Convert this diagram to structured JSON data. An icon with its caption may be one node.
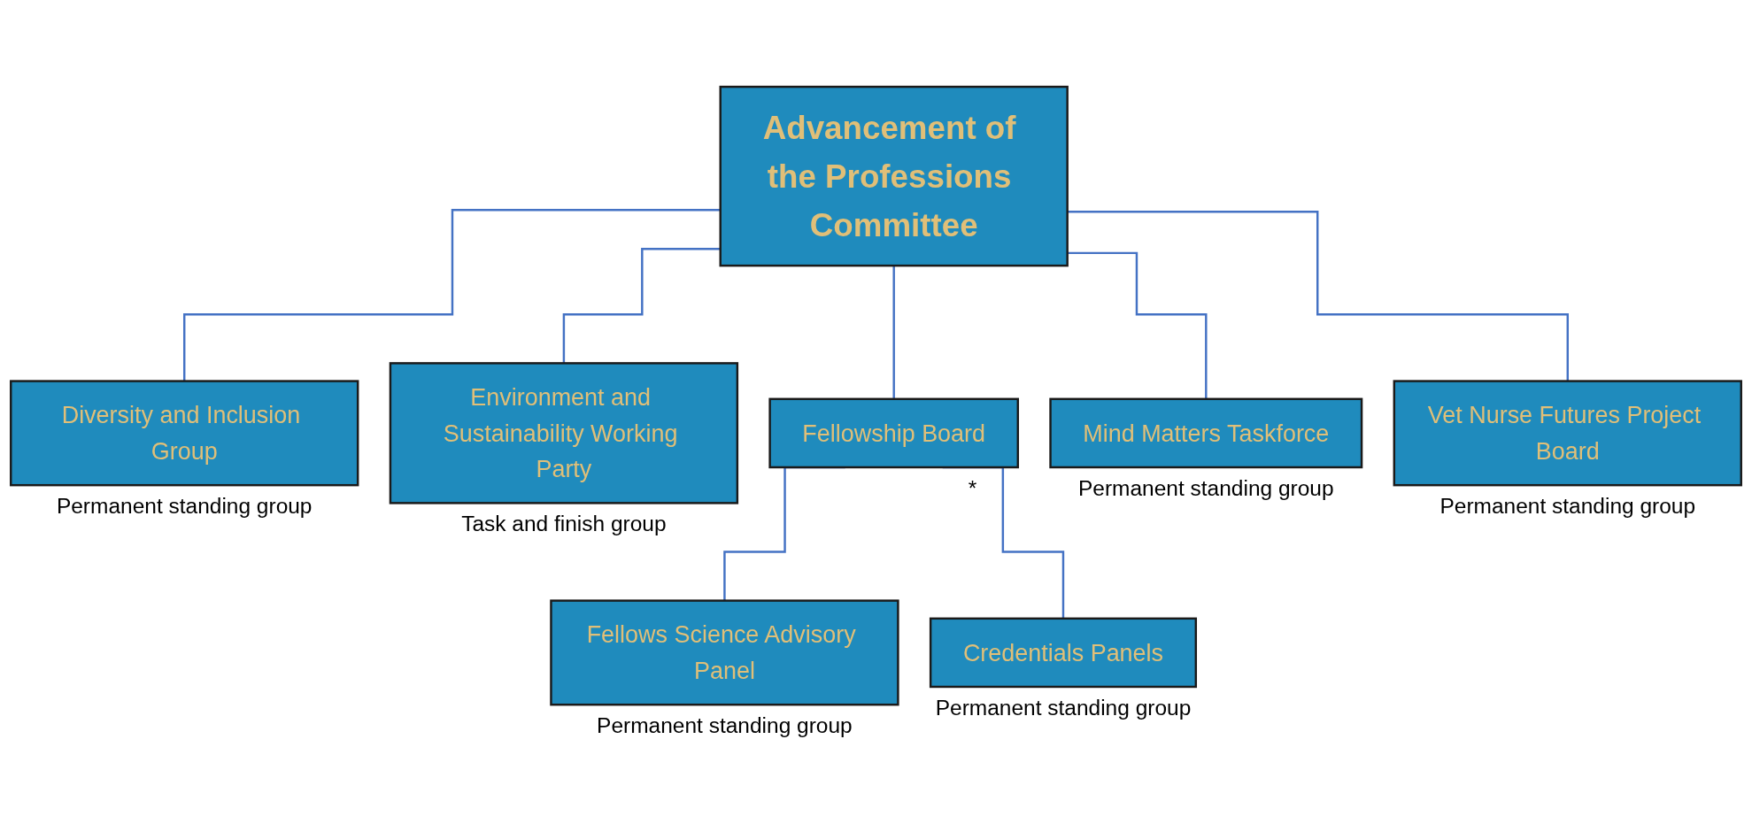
{
  "diagram": {
    "nodes": [
      {
        "text": [
          "Advancement of the Professions Committee"
        ]
      },
      {
        "text": [
          "Diversity and Inclusion Group"
        ],
        "beside": [
          "Permanent standing group"
        ]
      },
      {
        "text": [
          "Environment and Sustainability Working Party"
        ],
        "beside": [
          "Task and finish group"
        ]
      },
      {
        "text": [
          "Fellowship Board"
        ],
        "beside": [
          "*"
        ]
      },
      {
        "text": [
          "Mind Matters Taskforce"
        ],
        "beside": [
          "Permanent standing group"
        ]
      },
      {
        "text": [
          "Vet Nurse Futures Project Board"
        ],
        "beside": [
          "Permanent standing group"
        ]
      },
      {
        "text": [
          "Fellows Science Advisory Panel"
        ],
        "beside": [
          "Permanent standing group"
        ]
      },
      {
        "text": [
          "Credentials Panels"
        ],
        "beside": [
          "Permanent standing group"
        ]
      }
    ],
    "edges": [
      {
        "from": 0,
        "to": 1,
        "arrow": "none"
      },
      {
        "from": 0,
        "to": 2,
        "arrow": "none"
      },
      {
        "from": 0,
        "to": 3,
        "arrow": "none"
      },
      {
        "from": 0,
        "to": 4,
        "arrow": "none"
      },
      {
        "from": 0,
        "to": 5,
        "arrow": "none"
      },
      {
        "from": 3,
        "to": 6,
        "arrow": "none"
      },
      {
        "from": 3,
        "to": 7,
        "arrow": "none"
      }
    ]
  }
}
